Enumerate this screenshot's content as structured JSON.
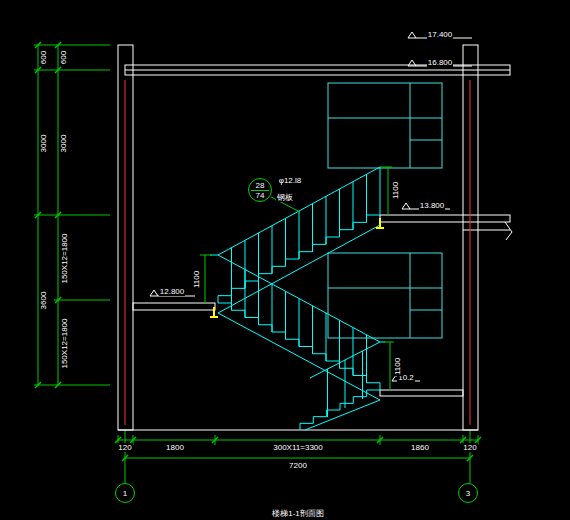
{
  "diagram": {
    "nodes": [
      {
        "text": [
          "28",
          "74"
        ]
      },
      {
        "text": [
          "1"
        ]
      },
      {
        "text": [
          "3"
        ]
      }
    ],
    "labels": [
      "17.400",
      "16.800",
      "13.800",
      "12.800",
      "10.2",
      "1100",
      "1100",
      "1100",
      "φ12.l8",
      "钢板",
      "600",
      "600",
      "3000",
      "3000",
      "150X12=1800",
      "3600",
      "150X12=1800",
      "120",
      "1800",
      "300X11=3300",
      "1860",
      "120",
      "7200",
      "楼梯1-1剖面图"
    ]
  }
}
